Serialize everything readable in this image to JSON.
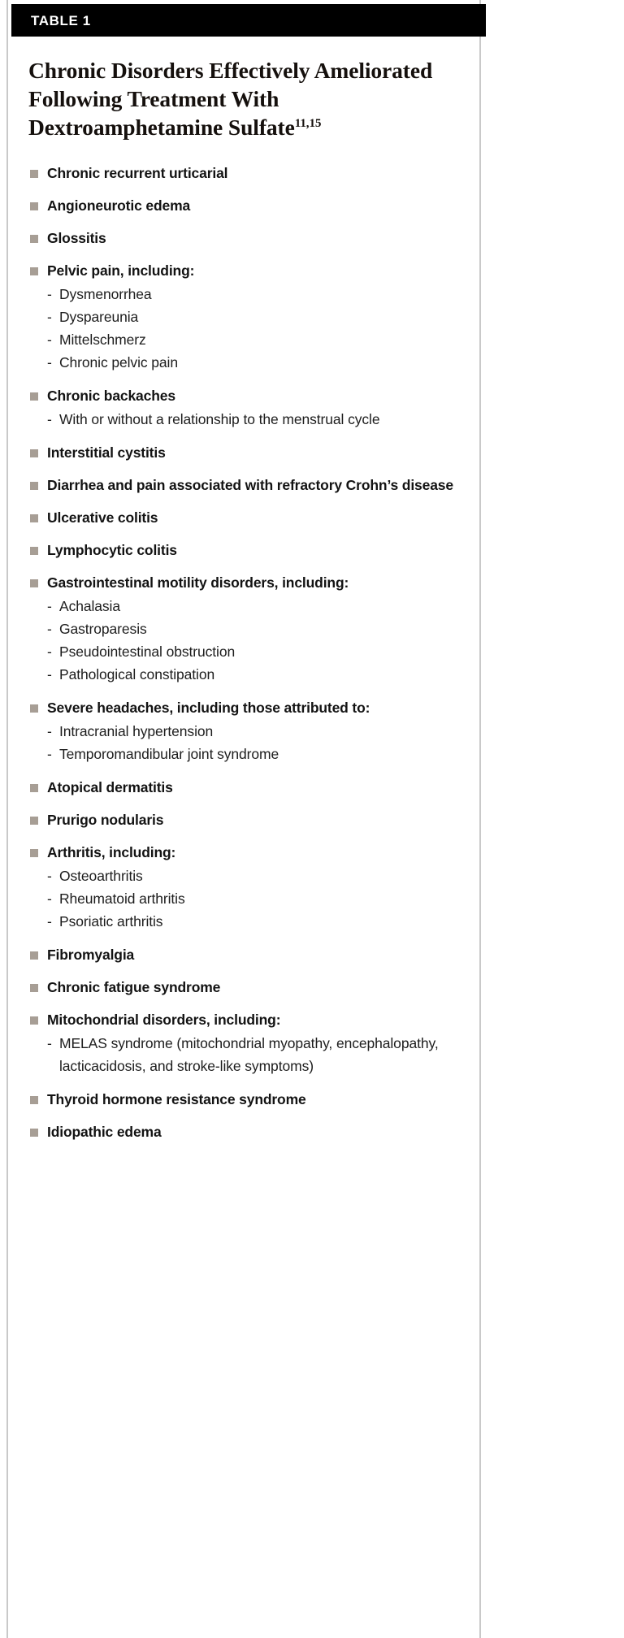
{
  "figure": {
    "header_label": "TABLE 1",
    "title_main": "Chronic Disorders Effectively Ameliorated Following Treatment With Dextroamphetamine Sulfate",
    "title_superscript": "11,15",
    "bullet_color": "#a79e95",
    "header_bg": "#000000",
    "header_text_color": "#ffffff",
    "body_text_color": "#131313",
    "border_color": "#c9c9c9"
  },
  "items": [
    {
      "label": "Chronic recurrent urticarial",
      "sub": []
    },
    {
      "label": "Angioneurotic edema",
      "sub": []
    },
    {
      "label": "Glossitis",
      "sub": []
    },
    {
      "label": "Pelvic pain, including:",
      "sub": [
        "Dysmenorrhea",
        "Dyspareunia",
        "Mittelschmerz",
        "Chronic pelvic pain"
      ]
    },
    {
      "label": "Chronic backaches",
      "sub": [
        "With or without a relationship to the menstrual cycle"
      ]
    },
    {
      "label": "Interstitial cystitis",
      "sub": []
    },
    {
      "label": "Diarrhea and pain associated with refractory Crohn’s disease",
      "sub": []
    },
    {
      "label": "Ulcerative colitis",
      "sub": []
    },
    {
      "label": "Lymphocytic colitis",
      "sub": []
    },
    {
      "label": "Gastrointestinal motility disorders, including:",
      "sub": [
        "Achalasia",
        "Gastroparesis",
        "Pseudointestinal obstruction",
        "Pathological constipation"
      ]
    },
    {
      "label": "Severe headaches, including those attributed to:",
      "sub": [
        "Intracranial hypertension",
        "Temporomandibular joint syndrome"
      ]
    },
    {
      "label": "Atopical dermatitis",
      "sub": []
    },
    {
      "label": "Prurigo nodularis",
      "sub": []
    },
    {
      "label": "Arthritis, including:",
      "sub": [
        "Osteoarthritis",
        "Rheumatoid arthritis",
        "Psoriatic arthritis"
      ]
    },
    {
      "label": "Fibromyalgia",
      "sub": []
    },
    {
      "label": "Chronic fatigue syndrome",
      "sub": []
    },
    {
      "label": "Mitochondrial disorders, including:",
      "sub": [
        "MELAS syndrome (mitochondrial myopathy, encephalopathy, lacticacidosis, and stroke-like symptoms)"
      ]
    },
    {
      "label": "Thyroid hormone resistance syndrome",
      "sub": []
    },
    {
      "label": "Idiopathic edema",
      "sub": []
    }
  ]
}
